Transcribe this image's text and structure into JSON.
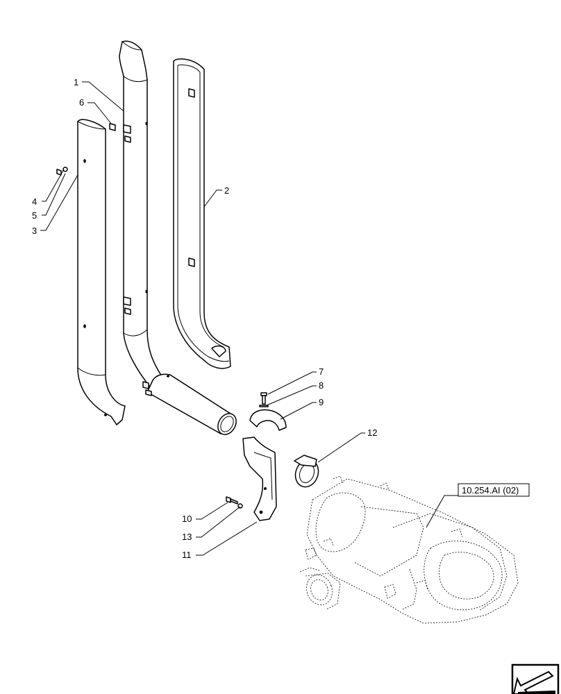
{
  "callouts": [
    {
      "id": "c1",
      "text": "1"
    },
    {
      "id": "c2",
      "text": "2"
    },
    {
      "id": "c3",
      "text": "3"
    },
    {
      "id": "c4",
      "text": "4"
    },
    {
      "id": "c5",
      "text": "5"
    },
    {
      "id": "c6",
      "text": "6"
    },
    {
      "id": "c7",
      "text": "7"
    },
    {
      "id": "c8",
      "text": "8"
    },
    {
      "id": "c9",
      "text": "9"
    },
    {
      "id": "c10",
      "text": "10"
    },
    {
      "id": "c11",
      "text": "11"
    },
    {
      "id": "c12",
      "text": "12"
    },
    {
      "id": "c13",
      "text": "13"
    }
  ],
  "reference_box": {
    "text": "10.254.AI (02)"
  },
  "nav_icon": "next-page-arrow-icon"
}
